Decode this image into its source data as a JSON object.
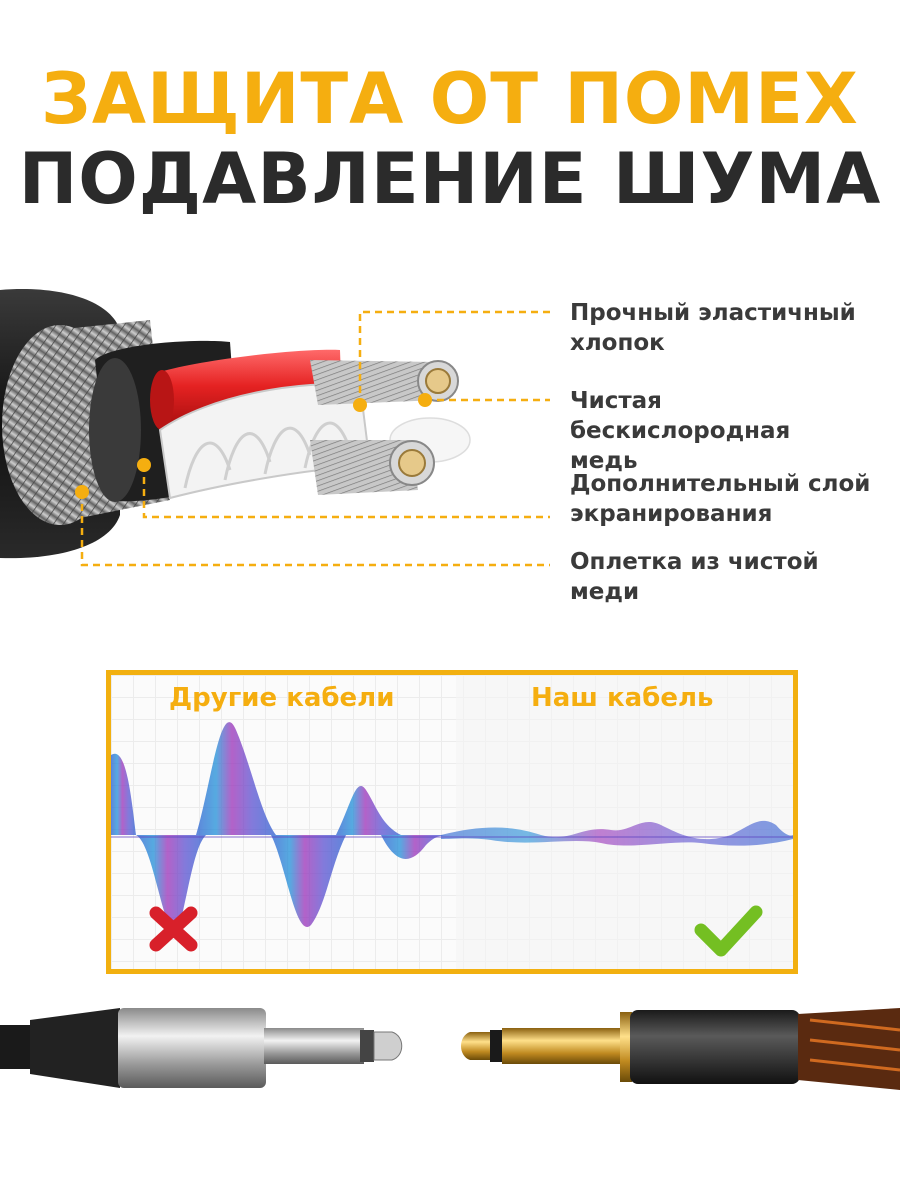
{
  "title": {
    "line1": "ЗАЩИТА ОТ ПОМЕХ",
    "line2": "ПОДАВЛЕНИЕ ШУМА"
  },
  "callouts": [
    {
      "line1": "Прочный эластичный",
      "line2": "хлопок"
    },
    {
      "line1": "Чистая бескислородная",
      "line2": "медь"
    },
    {
      "line1": "Дополнительный слой",
      "line2": "экранирования"
    },
    {
      "line1": "Оплетка из чистой",
      "line2": "меди"
    }
  ],
  "comparison": {
    "left_label": "Другие кабели",
    "right_label": "Наш кабель",
    "left_icon": "cross-icon",
    "right_icon": "check-icon"
  },
  "colors": {
    "accent": "#f5ae10",
    "title_dark": "#2b2b2b",
    "text": "#3a3a3a",
    "red_mark": "#d8202a",
    "green_mark": "#74bf22",
    "wave_blue": "#2a5fd0",
    "wave_purple": "#9a2fb8"
  }
}
